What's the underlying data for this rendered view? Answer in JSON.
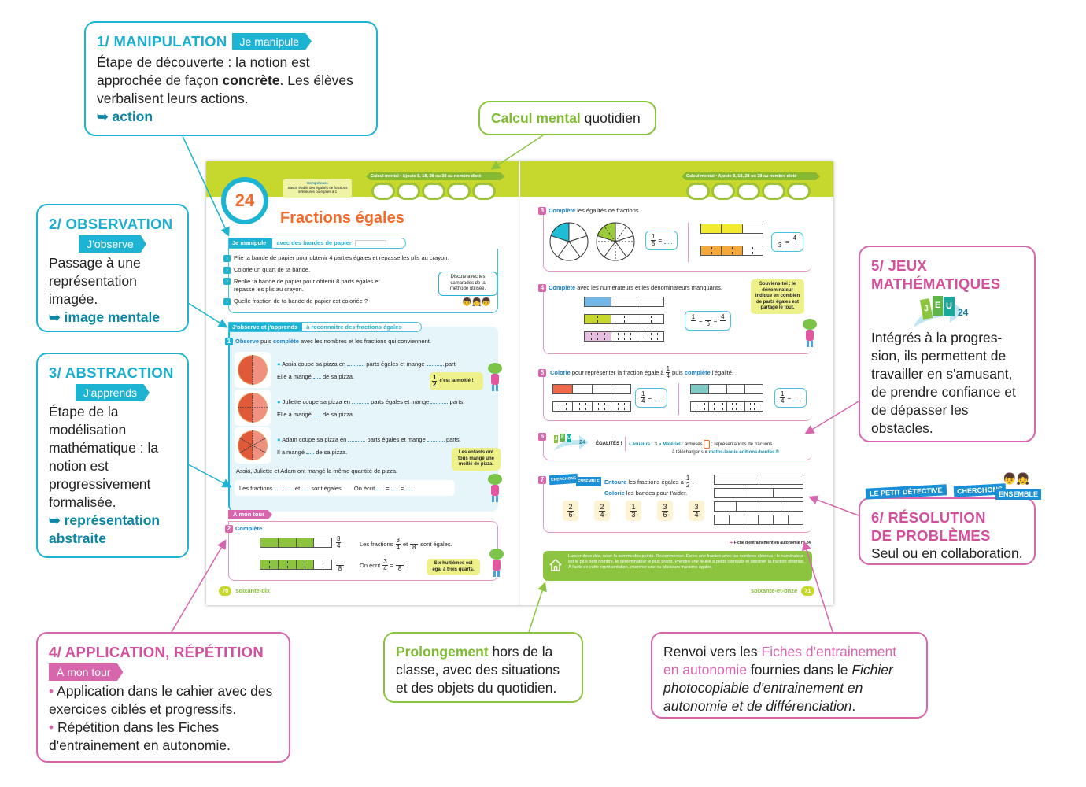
{
  "callouts": {
    "manipulation": {
      "title": "1/ MANIPULATION",
      "tag": "Je manipule",
      "body_pre": "Étape de découverte : la notion est approchée de façon ",
      "body_bold": "concrète",
      "body_post": ". Les élèves verbalisent leurs actions.",
      "keyword": "action"
    },
    "observation": {
      "title": "2/ OBSERVATION",
      "tag": "J'observe",
      "body": "Passage à une représentation imagée.",
      "keyword": "image mentale"
    },
    "abstraction": {
      "title": "3/ ABSTRACTION",
      "tag": "J'apprends",
      "body": "Étape de la modélisation mathématique : la notion est progressivement formalisée.",
      "keyword": "représentation abstraite"
    },
    "application": {
      "title": "4/ APPLICATION, RÉPÉTITION",
      "tag": "À mon tour",
      "bullets": [
        "Application dans le cahier avec des exercices ciblés et progressifs.",
        "Répétition dans les Fiches d'entrainement en autonomie."
      ]
    },
    "calcul": {
      "highlight": "Calcul mental",
      "rest": " quotidien"
    },
    "jeux": {
      "title_line1": "5/ JEUX",
      "title_line2": "MATHÉMATIQUES",
      "logo_letters": [
        "J",
        "E",
        "U"
      ],
      "logo_number": "24",
      "body": "Intégrés à la progres-sion, ils permettent de travailler en s'amusant, de prendre confiance et de dépasser les obstacles."
    },
    "resolution": {
      "tag1": "LE PETIT DÉTECTIVE",
      "tag2a": "CHERCHONS",
      "tag2b": "ENSEMBLE",
      "title_line1": "6/ RÉSOLUTION",
      "title_line2": "DE PROBLÈMES",
      "body": "Seul ou en collaboration."
    },
    "prolongement": {
      "highlight": "Prolongement",
      "rest": " hors de la classe, avec des situations et des objets du quotidien."
    },
    "renvoi": {
      "pre": "Renvoi vers les ",
      "highlight": "Fiches d'entrainement en autonomie",
      "mid": " fournies dans le ",
      "italic": "Fichier photocopiable d'entrainement en autonomie et de différenciation",
      "post": "."
    }
  },
  "left_page": {
    "lesson_number": "24",
    "competence_title": "Compétence",
    "competence_text": "Savoir établir des égalités de fractions inférieures ou égales à 1",
    "calcul_banner": "Calcul mental • Ajoute 8, 18, 28 ou 38 au nombre dicté",
    "title": "Fractions égales",
    "manipule": {
      "tag": "Je manipule",
      "subtitle": "avec des bandes de papier",
      "steps": [
        "Plie ta bande de papier pour obtenir 4 parties égales et repasse les plis au crayon.",
        "Colorie un quart de ta bande.",
        "Replie ta bande de papier pour obtenir 8 parts égales et repasse les plis au crayon.",
        "Quelle fraction de ta bande de papier est coloriée ?"
      ],
      "bubble": "Discute avec tes camarades de la méthode utilisée."
    },
    "observe": {
      "tag": "J'observe et j'apprends",
      "subtitle": "à reconnaitre des fractions égales",
      "ex_num": "1",
      "ex_verb1": "Observe",
      "ex_mid": " puis ",
      "ex_verb2": "complète",
      "ex_rest": " avec les nombres et les fractions qui conviennent.",
      "rows": [
        {
          "line1a": "Assia coupe sa pizza en",
          "line1b": "parts égales et mange",
          "line1c": "part.",
          "line2a": "Elle a mangé",
          "line2b": "de sa pizza."
        },
        {
          "line1a": "Juliette coupe sa pizza en",
          "line1b": "parts égales et mange",
          "line1c": "parts.",
          "line2a": "Elle a mangé",
          "line2b": "de sa pizza."
        },
        {
          "line1a": "Adam coupe sa pizza en",
          "line1b": "parts égales et mange",
          "line1c": "parts.",
          "line2a": "Il a mangé",
          "line2b": "de sa pizza."
        }
      ],
      "frog_bubble1_num": "1",
      "frog_bubble1_den": "2",
      "frog_bubble1_text": "c'est la moitié !",
      "summary": "Assia, Juliette et Adam ont mangé la même quantité de pizza.",
      "fractions_a": "Les fractions",
      "fractions_b": ",",
      "fractions_c": "et",
      "fractions_d": "sont égales.",
      "on_ecrit": "On écrit",
      "frog_bubble2": "Les enfants ont tous mangé une moitié de pizza."
    },
    "mon_tour": {
      "tag": "À mon tour",
      "ex_num": "2",
      "ex_label": "Complète.",
      "frac1_num": "3",
      "frac1_den": "4",
      "frac2_den": "8",
      "line1a": "Les fractions",
      "line1b": "et",
      "line1c": "sont égales.",
      "line2a": "On écrit",
      "frog_bubble": "Six huitièmes est égal à trois quarts."
    },
    "footer_num": "70",
    "footer_text": "soixante-dix"
  },
  "right_page": {
    "calcul_banner": "Calcul mental • Ajoute 8, 18, 28 ou 38 au nombre dicté",
    "ex3": {
      "num": "3",
      "verb": "Complète",
      "rest": " les égalités de fractions.",
      "f1_num": "1",
      "f1_den": "5",
      "f2_den": "3",
      "f2_num": "4"
    },
    "ex4": {
      "num": "4",
      "verb": "Complète",
      "rest": " avec les numérateurs et les dénominateurs manquants.",
      "f_num1": "1",
      "f_den2": "6",
      "f_num3": "4",
      "bubble": "Souviens-toi : le dénominateur indique en combien de parts égales est partagé le tout."
    },
    "ex5": {
      "num": "5",
      "verb": "Colorie",
      "mid": " pour représenter la fraction égale à ",
      "frac_num": "1",
      "frac_den": "4",
      "mid2": " puis ",
      "verb2": "complète",
      "rest": " l'égalité.",
      "box_num": "1",
      "box_den": "4"
    },
    "ex6": {
      "num": "6",
      "logo_number": "24",
      "title": "ÉGALITÉS !",
      "players_label": "Joueurs :",
      "players": "3",
      "material_label": "Matériel :",
      "material": "ardoises",
      "material2": "; représentations de fractions",
      "download": "à télécharger sur",
      "url": "maths-leonie.editions-bordas.fr"
    },
    "ex7": {
      "num": "7",
      "tag_a": "CHERCHONS",
      "tag_b": "ENSEMBLE",
      "verb": "Entoure",
      "rest": " les fractions égales à ",
      "frac_num": "1",
      "frac_den": "2",
      "verb2": "Colorie",
      "rest2": " les bandes pour t'aider.",
      "cards": [
        {
          "num": "2",
          "den": "6"
        },
        {
          "num": "2",
          "den": "4"
        },
        {
          "num": "1",
          "den": "3"
        },
        {
          "num": "3",
          "den": "6"
        },
        {
          "num": "3",
          "den": "4"
        }
      ]
    },
    "fiche": "Fiche d'entrainement en autonomie n° 24",
    "prolongement": "Lancer deux dés, noter la somme des points. Recommencer. Écrire une fraction avec les nombres obtenus : le numérateur est le plus petit nombre, le dénominateur le plus grand. Prendre une feuille à petits carreaux et dessiner la fraction obtenue. À l'aide de cette représentation, chercher une ou plusieurs fractions égales.",
    "footer_num": "71",
    "footer_text": "soixante-et-onze"
  },
  "bars": {
    "ex2": [
      {
        "parts": 4,
        "filled": 3,
        "sub": 1,
        "color": "#8cc43f"
      },
      {
        "parts": 4,
        "filled": 3,
        "sub": 2,
        "color": "#8cc43f"
      }
    ],
    "ex3": [
      {
        "parts": 3,
        "filled": 2,
        "sub": 1,
        "color": "#f2ea2e"
      },
      {
        "parts": 3,
        "filled": 2,
        "sub": 2,
        "color": "#f5a93b"
      }
    ],
    "ex4": [
      {
        "parts": 3,
        "filled": 1,
        "sub": 1,
        "color": "#74b6e3"
      },
      {
        "parts": 3,
        "filled": 1,
        "sub": 2,
        "color": "#c6d82e"
      },
      {
        "parts": 3,
        "filled": 1,
        "sub": 4,
        "color": "#e6bfe0",
        "filled_sub": 2
      }
    ],
    "ex5a": [
      {
        "parts": 4,
        "filled": 1,
        "sub": 1,
        "color": "#f06a4a"
      },
      {
        "parts": 4,
        "filled": 0,
        "sub": 3,
        "color": "#fff"
      }
    ],
    "ex5b": [
      {
        "parts": 4,
        "filled": 1,
        "sub": 1,
        "color": "#7fcac4"
      },
      {
        "parts": 4,
        "filled": 0,
        "sub": 4,
        "color": "#fff"
      }
    ],
    "ex7": [
      {
        "parts": 2,
        "filled": 0,
        "sub": 1,
        "color": "#fff"
      },
      {
        "parts": 3,
        "filled": 0,
        "sub": 1,
        "color": "#fff"
      },
      {
        "parts": 4,
        "filled": 0,
        "sub": 1,
        "color": "#fff"
      },
      {
        "parts": 6,
        "filled": 0,
        "sub": 1,
        "color": "#fff"
      }
    ]
  },
  "colors": {
    "cyan": "#1db3d3",
    "pink": "#d866ad",
    "green": "#8cc43f",
    "orange": "#f26b2b"
  }
}
